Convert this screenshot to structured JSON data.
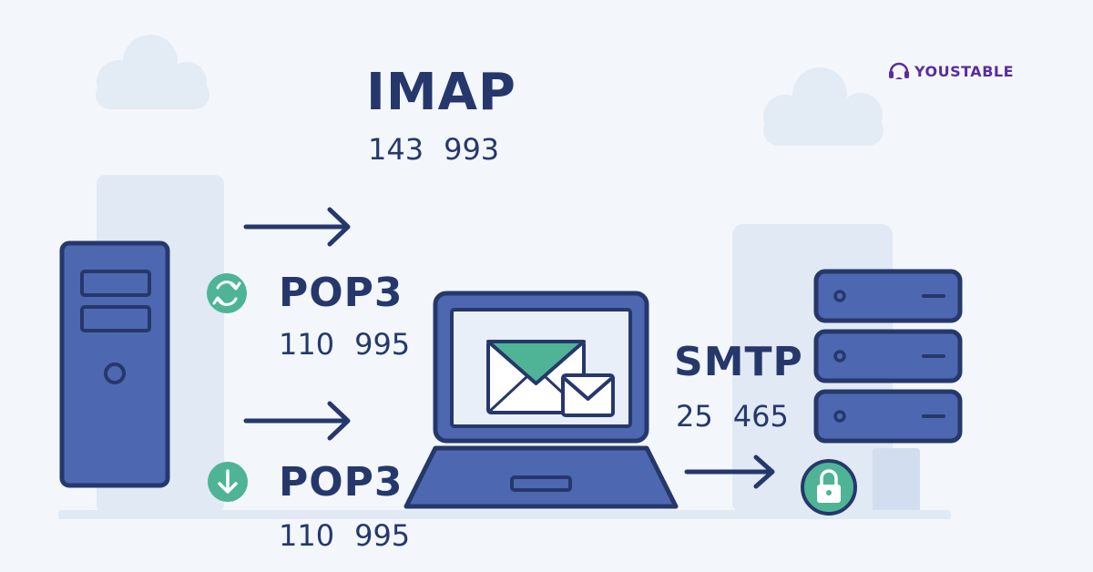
{
  "brand": {
    "name": "YOUSTABLE",
    "icon": "headset-cloud-icon",
    "color": "#5a2d9b"
  },
  "protocols": {
    "imap": {
      "name": "IMAP",
      "ports": [
        "143",
        "993"
      ]
    },
    "pop3_sync": {
      "name": "POP3",
      "ports": [
        "110",
        "995"
      ],
      "icon": "sync-icon"
    },
    "pop3_download": {
      "name": "POP3",
      "ports": [
        "110",
        "995"
      ],
      "icon": "download-icon"
    },
    "smtp": {
      "name": "SMTP",
      "ports": [
        "25",
        "465"
      ],
      "icon": "lock-icon"
    }
  },
  "colors": {
    "navy": "#26386b",
    "device_blue": "#4d68b0",
    "accent_green": "#4fb495",
    "background": "#f3f7fc"
  }
}
